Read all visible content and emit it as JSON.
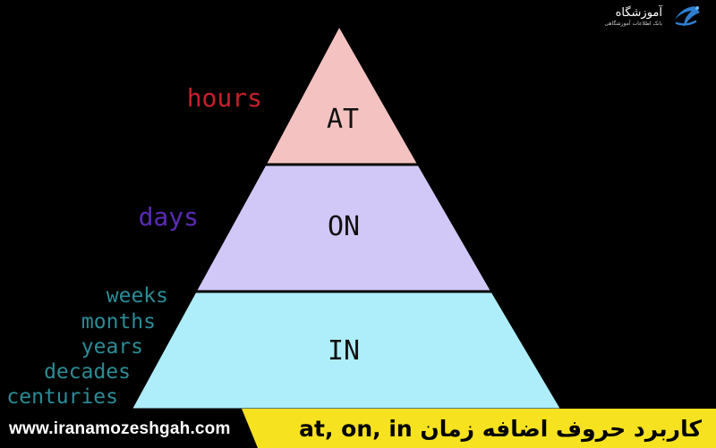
{
  "pyramid": {
    "tiers": [
      {
        "label": "AT",
        "fill": "#f4c3c1"
      },
      {
        "label": "ON",
        "fill": "#d2c8f7"
      },
      {
        "label": "IN",
        "fill": "#aeeefa"
      }
    ],
    "groups": [
      {
        "tier": "AT",
        "words": [
          "hours"
        ],
        "color": "#c8202a"
      },
      {
        "tier": "ON",
        "words": [
          "days"
        ],
        "color": "#5a2bb5"
      },
      {
        "tier": "IN",
        "words": [
          "weeks",
          "months",
          "years",
          "decades",
          "centuries"
        ],
        "color": "#2b8c96"
      }
    ]
  },
  "logo": {
    "name": "آموزشگاه",
    "subtitle": "بانک اطلاعات آموزشگاهی"
  },
  "footer": {
    "url": "www.iranamozeshgah.com",
    "title": "کاربرد حروف اضافه زمان at, on, in",
    "banner_color": "#f6e21f"
  }
}
